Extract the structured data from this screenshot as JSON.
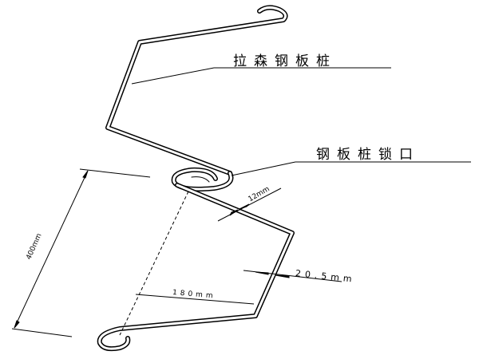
{
  "labels": {
    "pile": "拉森钢板桩",
    "lock": "钢板桩锁口"
  },
  "dimensions": {
    "height": "400mm",
    "thickness": "12mm",
    "flange": "20.5mm",
    "width": "180mm"
  }
}
